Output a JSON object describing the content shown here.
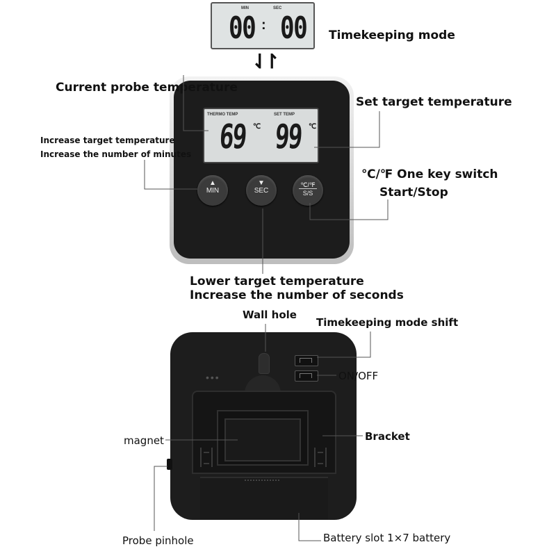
{
  "timekeeping_display": {
    "min_caption": "MIN",
    "sec_caption": "SEC",
    "minutes": "00",
    "seconds": "00"
  },
  "main_display": {
    "thermo_caption": "THERMO TEMP",
    "set_caption": "SET TEMP",
    "current_temp": "69",
    "set_temp": "99",
    "unit": "℃"
  },
  "buttons": {
    "min": {
      "symbol": "▲",
      "label": "MIN"
    },
    "sec": {
      "symbol": "▼",
      "label": "SEC"
    },
    "unit_ss": {
      "top": "℃/℉",
      "bottom": "S/S"
    }
  },
  "labels": {
    "timekeeping_mode": "Timekeeping mode",
    "current_probe_temperature": "Current probe temperature",
    "set_target_temperature": "Set target temperature",
    "increase_target_temperature": "Increase target temperature",
    "increase_minutes": "Increase the number of minutes",
    "unit_switch": "℃/℉ One key switch",
    "start_stop": "Start/Stop",
    "lower_target_temperature": "Lower target temperature",
    "increase_seconds": "Increase the number of seconds",
    "wall_hole": "Wall hole",
    "timekeeping_mode_shift": "Timekeeping mode shift",
    "on_off": "ON/OFF",
    "magnet": "magnet",
    "bracket": "Bracket",
    "probe_pinhole": "Probe pinhole",
    "battery_slot": "Battery slot 1×7 battery"
  },
  "colors": {
    "device_body": "#1c1c1c",
    "lcd": "#d9dcdc",
    "leader_line": "#555555"
  }
}
